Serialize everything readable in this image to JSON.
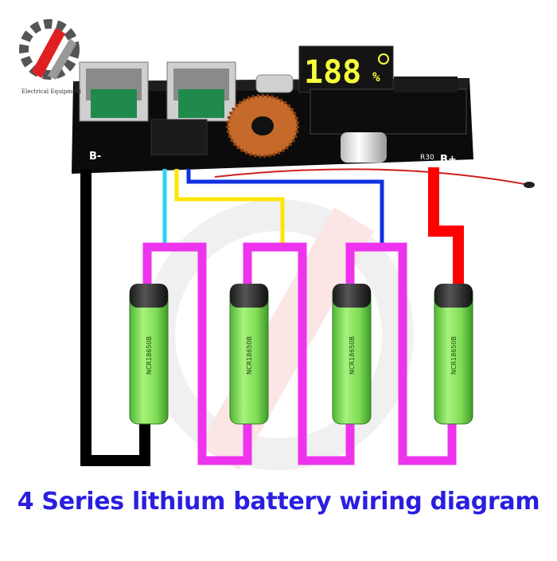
{
  "watermark": {
    "text": "Electrical Equipment"
  },
  "board": {
    "display": {
      "digits": "188",
      "unit": "%"
    },
    "terminal_negative": "B-",
    "terminal_positive": "B+",
    "resistor_label": "R30",
    "usb_ports": 2
  },
  "batteries": {
    "count": 4,
    "model": "NCR18650B"
  },
  "colors": {
    "black_wire": "#000000",
    "cyan_wire": "#2ad4f0",
    "yellow_wire": "#ffe600",
    "blue_wire": "#1030e0",
    "red_wire": "#ff0000",
    "series_link": "#ee33ee",
    "battery_green": "#7fe05a",
    "caption": "#2a1ee0"
  },
  "caption": "4 Series lithium battery wiring diagram"
}
